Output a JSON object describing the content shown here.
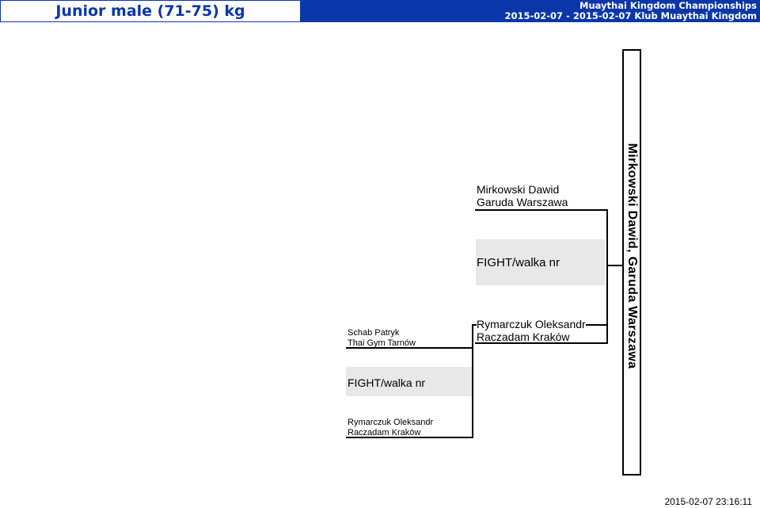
{
  "header": {
    "title": "Junior male (71-75) kg",
    "event_name": "Muaythai Kingdom Championships",
    "event_info": "2015-02-07 - 2015-02-07 Klub Muaythai Kingdom"
  },
  "round1": {
    "fighter_top": {
      "name": "Schab Patryk",
      "club": "Thai Gym Tarnów"
    },
    "fight_label": "FIGHT/walka nr",
    "fighter_bottom": {
      "name": "Rymarczuk Oleksandr",
      "club": "Raczadam Kraków"
    }
  },
  "round2": {
    "fighter_top": {
      "name": "Mirkowski Dawid",
      "club": "Garuda Warszawa"
    },
    "fight_label": "FIGHT/walka nr",
    "fighter_bottom": {
      "name": "Rymarczuk Oleksandr",
      "club": "Raczadam Kraków"
    }
  },
  "winner": "Mirkowski Dawid, Garuda Warszawa",
  "footer": {
    "timestamp": "2015-02-07 23:16:11"
  }
}
